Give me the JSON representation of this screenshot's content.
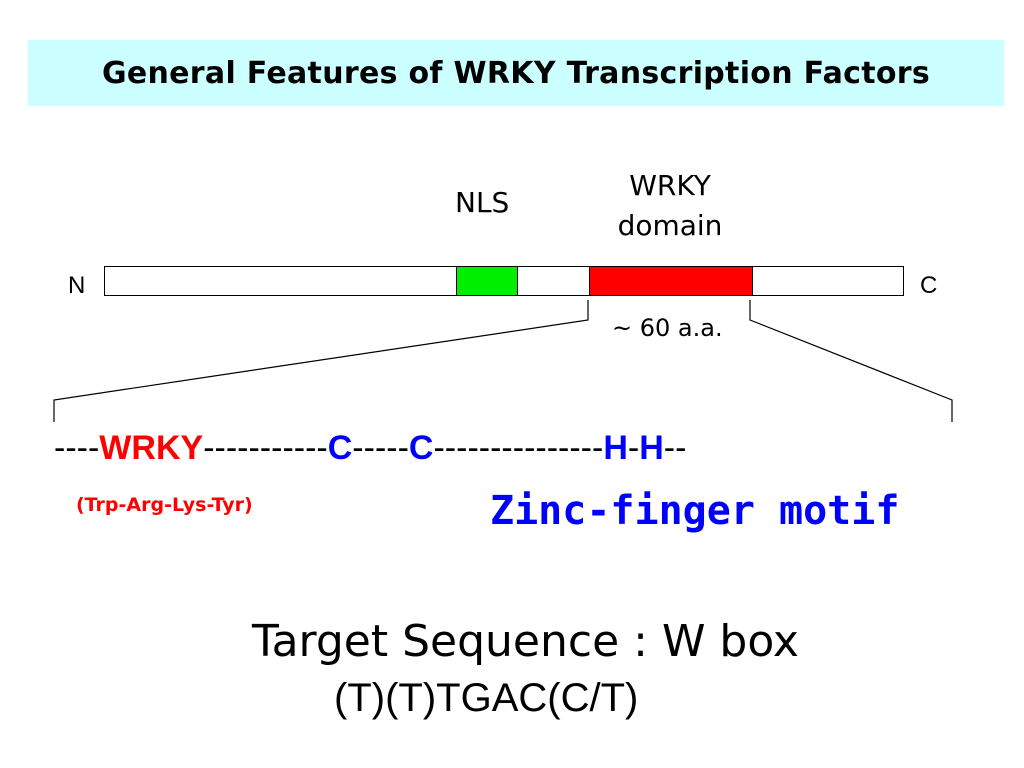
{
  "title": "General Features of WRKY Transcription Factors",
  "protein": {
    "nls_label": "NLS",
    "wrky_domain_label_line1": "WRKY",
    "wrky_domain_label_line2": "domain",
    "n_terminus": "N",
    "c_terminus": "C",
    "domain_length": "~ 60 a.a."
  },
  "sequence": {
    "seg1": "----",
    "wrky": "WRKY",
    "seg2": "-----------",
    "c1": "C",
    "seg3": "-----",
    "c2": "C",
    "seg4": "---------------",
    "h1": "H",
    "seg5": "-",
    "h2": "H",
    "seg6": "--"
  },
  "wrky_expansion": "(Trp-Arg-Lys-Tyr)",
  "zinc_finger_label": "Zinc-finger motif",
  "target_label": "Target Sequence : W box",
  "target_sequence": "(T)(T)TGAC(C/T)",
  "colors": {
    "title_bg": "#ccffff",
    "nls": "#00ee00",
    "wrky_domain": "#ff0000",
    "wrky_text": "#ff0000",
    "zinc_text": "#0000ff"
  }
}
